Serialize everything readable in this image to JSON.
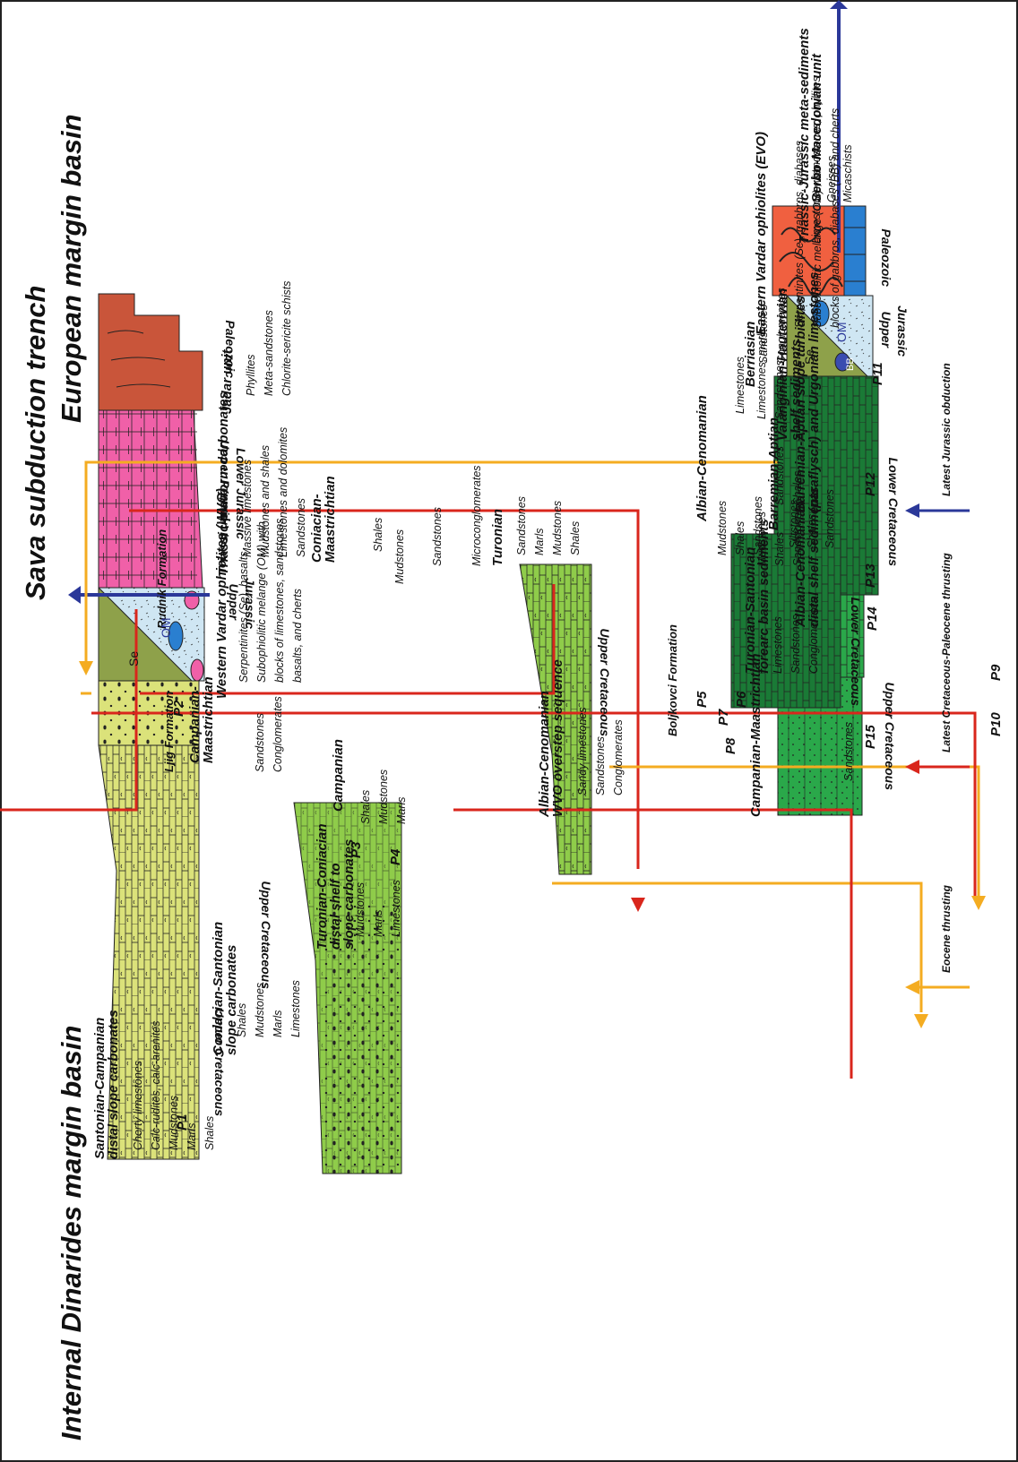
{
  "titles": {
    "european": "European margin basin",
    "sava": "Sava subduction trench",
    "internal": "Internal Dinarides margin basin"
  },
  "formations": {
    "rudnik": "Rudnik Formation",
    "boljkovci": "Boljkovci Formation",
    "ljig": "Ljig Formation"
  },
  "legend": {
    "blue": "Latest Jurassic obduction",
    "red": "Latest Cretaceous-Paleocene thrusting",
    "orange": "Eocene thrusting"
  },
  "colors": {
    "orange": "#f4ac21",
    "red": "#d9261c",
    "blue": "#2b3899",
    "dark_green": "#1a7a36",
    "mid_green": "#2aa84a",
    "light_green": "#8fcc4a",
    "yellow_green": "#dbe27a",
    "olive": "#8ea14a",
    "light_blue": "#cfe6f3",
    "pink": "#f060a8",
    "red_brown": "#c9553a",
    "orange_red": "#f06040",
    "bright_blue": "#2a7fd0"
  },
  "euro": {
    "ages": [
      "Upper Cretaceous",
      "Lower Cretaceous",
      "Upper",
      "Jurassic",
      "Paleozoic"
    ],
    "p": [
      "P15",
      "P14",
      "P13",
      "P12",
      "P11"
    ],
    "symbols": {
      "se": "Se",
      "om": "OM",
      "bb": "BB"
    },
    "units": [
      {
        "h": "Campanian-Maastrichtian",
        "items": [
          "Sandstones"
        ]
      },
      {
        "h": "Turonian-Santonian",
        "h2": "forearc basin sediments",
        "items": [
          "Limestones",
          "Sandstones",
          "Conglomerates"
        ]
      },
      {
        "h": "Albian-Cenomanian",
        "h2": "distal shelf sediments",
        "items": [
          "Mudstones",
          "Shales",
          "Sandstones"
        ]
      },
      {
        "h": "Barremian-Aptian slope turbidites",
        "h2": "(paraflysch) and Urgonian limestones",
        "items": [
          "Sandstones",
          "Limestones",
          "Shales"
        ]
      },
      {
        "h": "Valanginian-Hauterivian",
        "h2": "shelf sediments",
        "items": [
          "Limestones, marls",
          "Sandstones"
        ]
      },
      {
        "h": "Berriasian",
        "items": [
          "Sandstones",
          "Conglomerates"
        ]
      },
      {
        "h": "Eastern Vardar ophiolites (EVO)",
        "items": [
          "Serpentinites (Se), gabbros, diabases",
          "Subophiolitic melange (OM) with",
          "blocks of gabbros, diabases (BB) and cherts"
        ]
      },
      {
        "h": "Triassic-Jurassic meta-sediments",
        "items": [
          "Limestones, sandstones, phyllites"
        ]
      },
      {
        "h": "Serbo-Macedonian unit",
        "items": [
          "Gneisses",
          "Micaschists"
        ]
      }
    ]
  },
  "rudnik": {
    "age": "Upper Cretaceous",
    "p": [
      "P10",
      "P9"
    ],
    "h1": "Coniacian-",
    "h1b": "Maastrichtian",
    "items1": [
      "Shales",
      "Mudstones",
      "Sandstones",
      "Microconglomerates"
    ],
    "h2": "Turonian",
    "items2": [
      "Sandstones",
      "Marls",
      "Mudstones",
      "Shales"
    ]
  },
  "boljkovci": {
    "age": "Lower Cretaceous",
    "p": [
      "P5",
      "P6",
      "P7",
      "P8"
    ],
    "h1": "Albian-Cenomanian",
    "items1": [
      "Mudstones",
      "Shales",
      "Sandstones"
    ],
    "h2": "Barremian-Aptian",
    "items2": [
      "Siltstones",
      "Shales",
      "Sandstones"
    ]
  },
  "ljig": {
    "age": "Upper Cretaceous",
    "p": [
      "P3",
      "P4"
    ],
    "h1": "Campanian-",
    "h1b": "Maastrichtian",
    "items1": [
      "Sandstones",
      "Conglomerates"
    ],
    "h2": "Campanian",
    "items2": [
      "Shales",
      "Mudstones",
      "Marls"
    ]
  },
  "internal": {
    "ages": [
      "Upper Cretaceous",
      "Upper",
      "Jurassic",
      "Upper Permian to",
      "Lower Jurassic",
      "Paleozoic"
    ],
    "p": [
      "P1",
      "P2"
    ],
    "symbols": {
      "se": "Se",
      "om": "OM"
    },
    "units": [
      {
        "h": "Santonian-Campanian",
        "h2": "distal slope carbonates",
        "items": [
          "Cherty limestones",
          "Calc-rudites, calc-arenites",
          "Mudstones",
          "Marls",
          "Shales"
        ]
      },
      {
        "h": "Coniacian-Santonian",
        "h2": "slope carbonates",
        "items": [
          "Shales",
          "Mudstones",
          "Marls",
          "Limestones"
        ]
      },
      {
        "h": "Turonian-Coniacian",
        "h2": "distal shelf to",
        "h3": "slope carbonates",
        "items": [
          "Mudstones",
          "Marls",
          "Limestones"
        ]
      },
      {
        "h": "Albian-Cenomanian",
        "h2": "WVO overstep sequence",
        "items": [
          "Sandy limestones",
          "Sandstones",
          "Conglomerates"
        ]
      },
      {
        "h": "Western Vardar ophiolites (WVO)",
        "items": [
          "Serpentinites (Se), basalts",
          "Subophiolitic melange (OM) with",
          "blocks of limestones, sandstones",
          "basalts, and cherts"
        ]
      },
      {
        "h": "Triassic platform carbonates",
        "items": [
          "Massive limestones",
          "Mudstones and shales",
          "Limestones and dolomites",
          "Sandstones"
        ]
      },
      {
        "h": "Jadar unit",
        "items": [
          "Phyllites",
          "Meta-sandstones",
          "Chlorite-sericite schists"
        ]
      }
    ]
  }
}
